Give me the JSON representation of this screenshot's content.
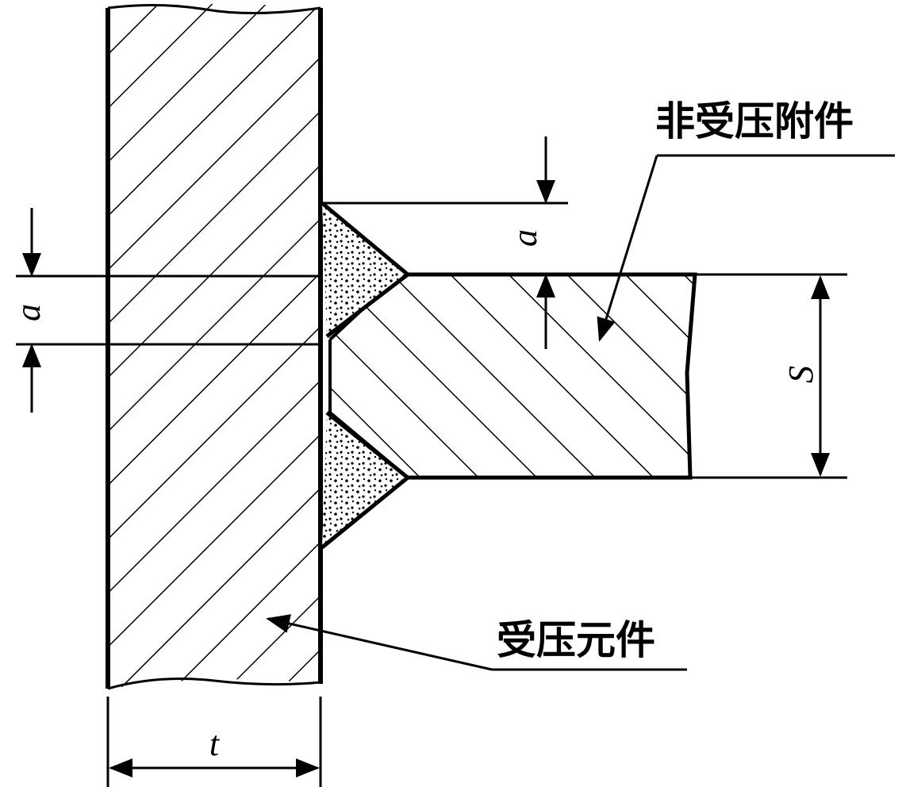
{
  "labels": {
    "non_pressure_attachment": "非受压附件",
    "pressure_element": "受压元件"
  },
  "dimensions": {
    "weld_throat_left": "a",
    "weld_throat_right": "a",
    "attachment_thickness": "S",
    "shell_thickness": "t"
  },
  "colors": {
    "ink": "#000000",
    "paper": "#ffffff"
  }
}
